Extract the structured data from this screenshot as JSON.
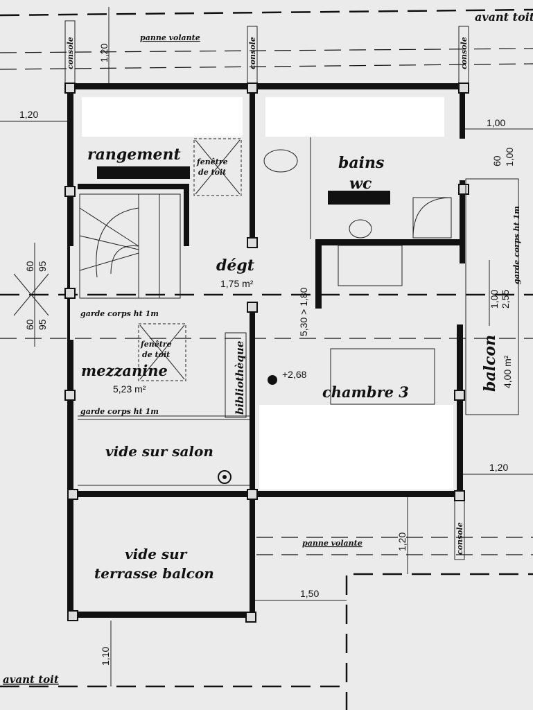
{
  "plan": {
    "avant_toit_top": "avant toit",
    "avant_toit_bottom": "avant toit",
    "panne_volante_top": "panne volante",
    "panne_volante_bottom": "panne volante",
    "console": "console",
    "rooms": {
      "rangement": "rangement",
      "bains": "bains",
      "wc": "wc",
      "degt": "dégt",
      "degt_area": "1,75 m²",
      "mezzanine": "mezzanine",
      "mezzanine_area": "5,23 m²",
      "bibliotheque": "bibliothèque",
      "chambre": "chambre 3",
      "balcon": "balcon",
      "balcon_area": "4,00 m²",
      "vide_salon": "vide sur salon",
      "vide_terrasse_1": "vide sur",
      "vide_terrasse_2": "terrasse balcon"
    },
    "fenetre_1": "fenêtre",
    "fenetre_2": "de toit",
    "garde_corps": "garde corps ht 1m",
    "level": "+2,68",
    "dims": {
      "top_120": "1,20",
      "left_120": "1,20",
      "right_100": "1,00",
      "right_60": "60",
      "right_100v": "1,00",
      "left_60a": "60",
      "left_95a": "95",
      "left_60b": "60",
      "left_95b": "95",
      "stair": "5,30 > 1,80",
      "balcon_100": "1,00",
      "balcon_255": "2,55",
      "right_120": "1,20",
      "bottom_120": "1,20",
      "bottom_150": "1,50",
      "bottom_110": "1,10"
    }
  }
}
